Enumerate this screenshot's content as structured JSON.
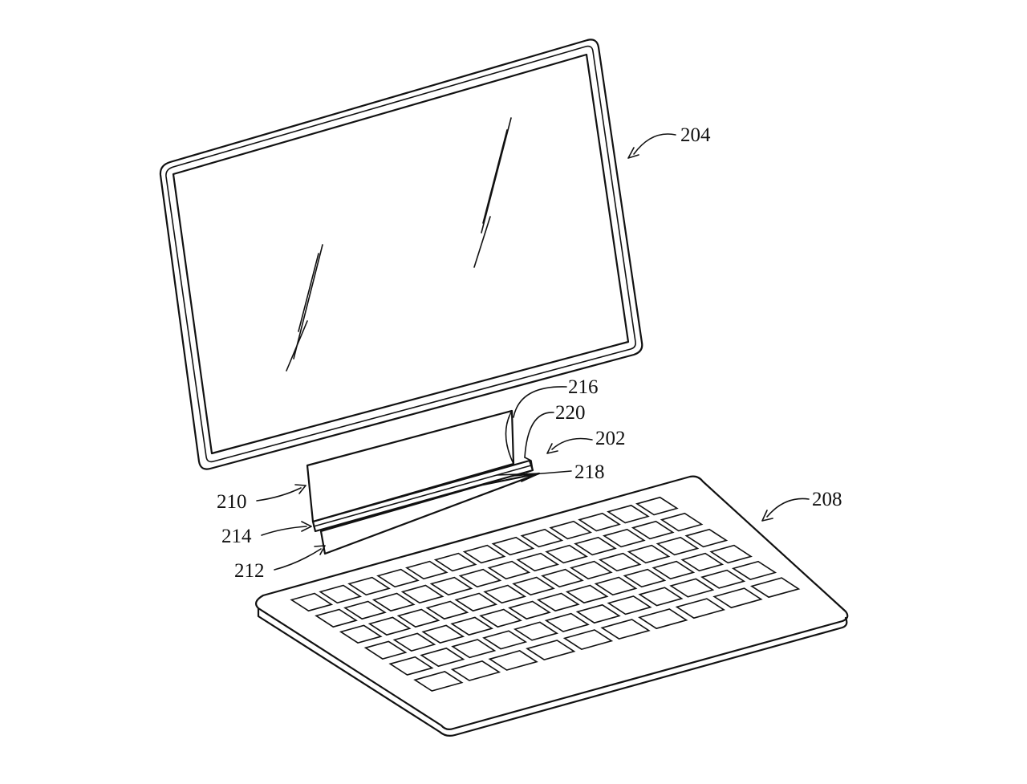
{
  "labels": {
    "r202": "202",
    "r204": "204",
    "r208": "208",
    "r210": "210",
    "r212": "212",
    "r214": "214",
    "r216": "216",
    "r218": "218",
    "r220": "220"
  },
  "keyboard": {
    "rows": [
      13,
      13,
      13,
      13,
      12,
      10
    ]
  },
  "colors": {
    "line": "#111111",
    "background": "#ffffff"
  }
}
